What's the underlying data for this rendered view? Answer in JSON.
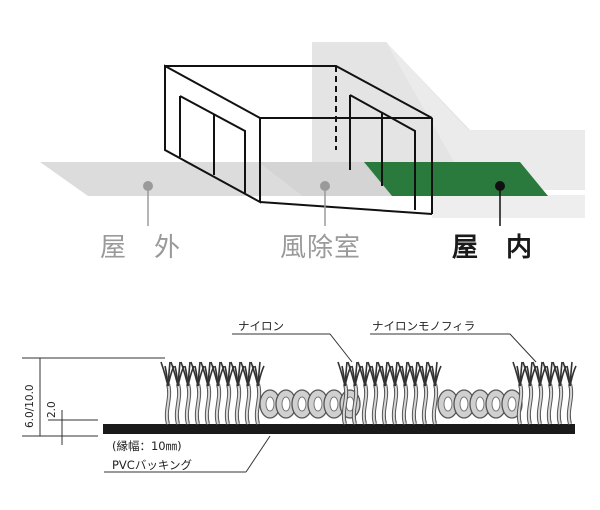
{
  "top_illustration": {
    "labels": {
      "outdoor": "屋　外",
      "windbreak_room": "風除室",
      "indoor": "屋　内"
    },
    "colors": {
      "indoor_mat": "#2b7a3d",
      "floor": "#dcdcdc",
      "wall": "#e6e6e6",
      "outline": "#111111",
      "label_gray": "#9a9a9a",
      "label_dark": "#1a1a1a"
    }
  },
  "cross_section": {
    "callouts": {
      "nylon": "ナイロン",
      "nylon_monofilament": "ナイロンモノフィラ",
      "edge_width": "(縁幅：10㎜)",
      "pvc_backing": "PVCバッキング"
    },
    "dimensions": {
      "pile_height": "6.0/10.0",
      "backing_thickness": "2.0"
    }
  }
}
